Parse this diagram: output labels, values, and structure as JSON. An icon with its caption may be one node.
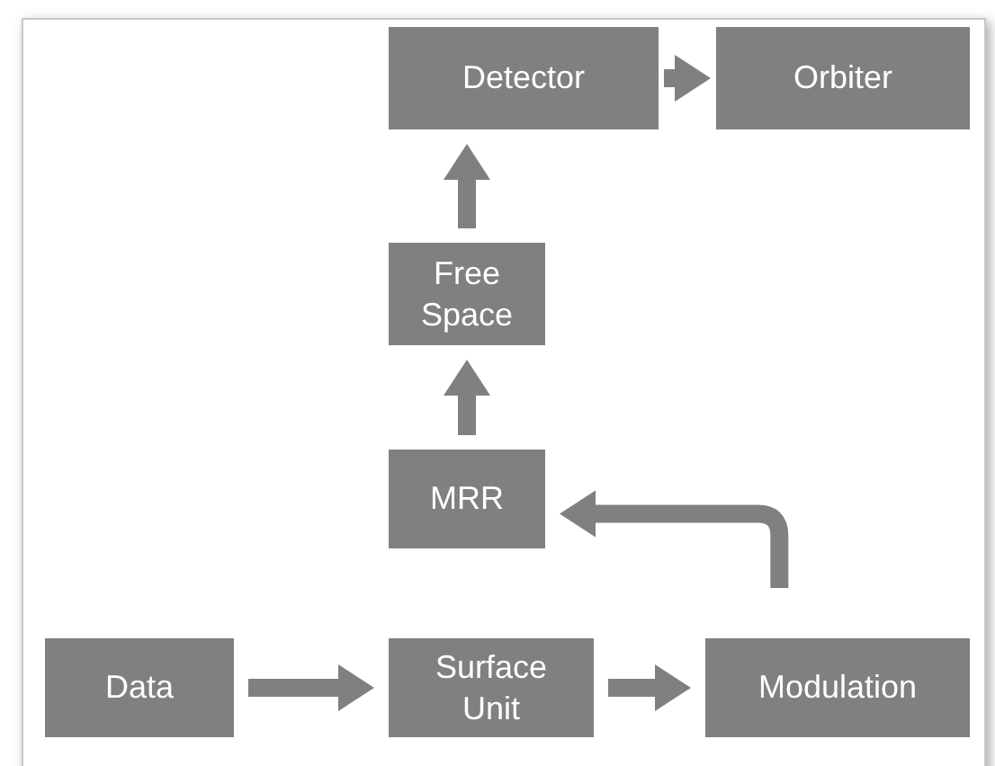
{
  "diagram": {
    "nodes": [
      {
        "text": [
          "Detector"
        ]
      },
      {
        "text": [
          "Orbiter"
        ]
      },
      {
        "text": [
          "Free Space"
        ]
      },
      {
        "text": [
          "MRR"
        ]
      },
      {
        "text": [
          "Data"
        ]
      },
      {
        "text": [
          "Surface Unit"
        ]
      },
      {
        "text": [
          "Modulation"
        ]
      }
    ],
    "edges": [
      {
        "from": 0,
        "to": 1,
        "arrow": "to"
      },
      {
        "from": 2,
        "to": 0,
        "arrow": "to"
      },
      {
        "from": 3,
        "to": 2,
        "arrow": "to"
      },
      {
        "from": 6,
        "to": 3,
        "arrow": "to"
      },
      {
        "from": 4,
        "to": 5,
        "arrow": "to"
      },
      {
        "from": 5,
        "to": 6,
        "arrow": "to"
      }
    ]
  }
}
